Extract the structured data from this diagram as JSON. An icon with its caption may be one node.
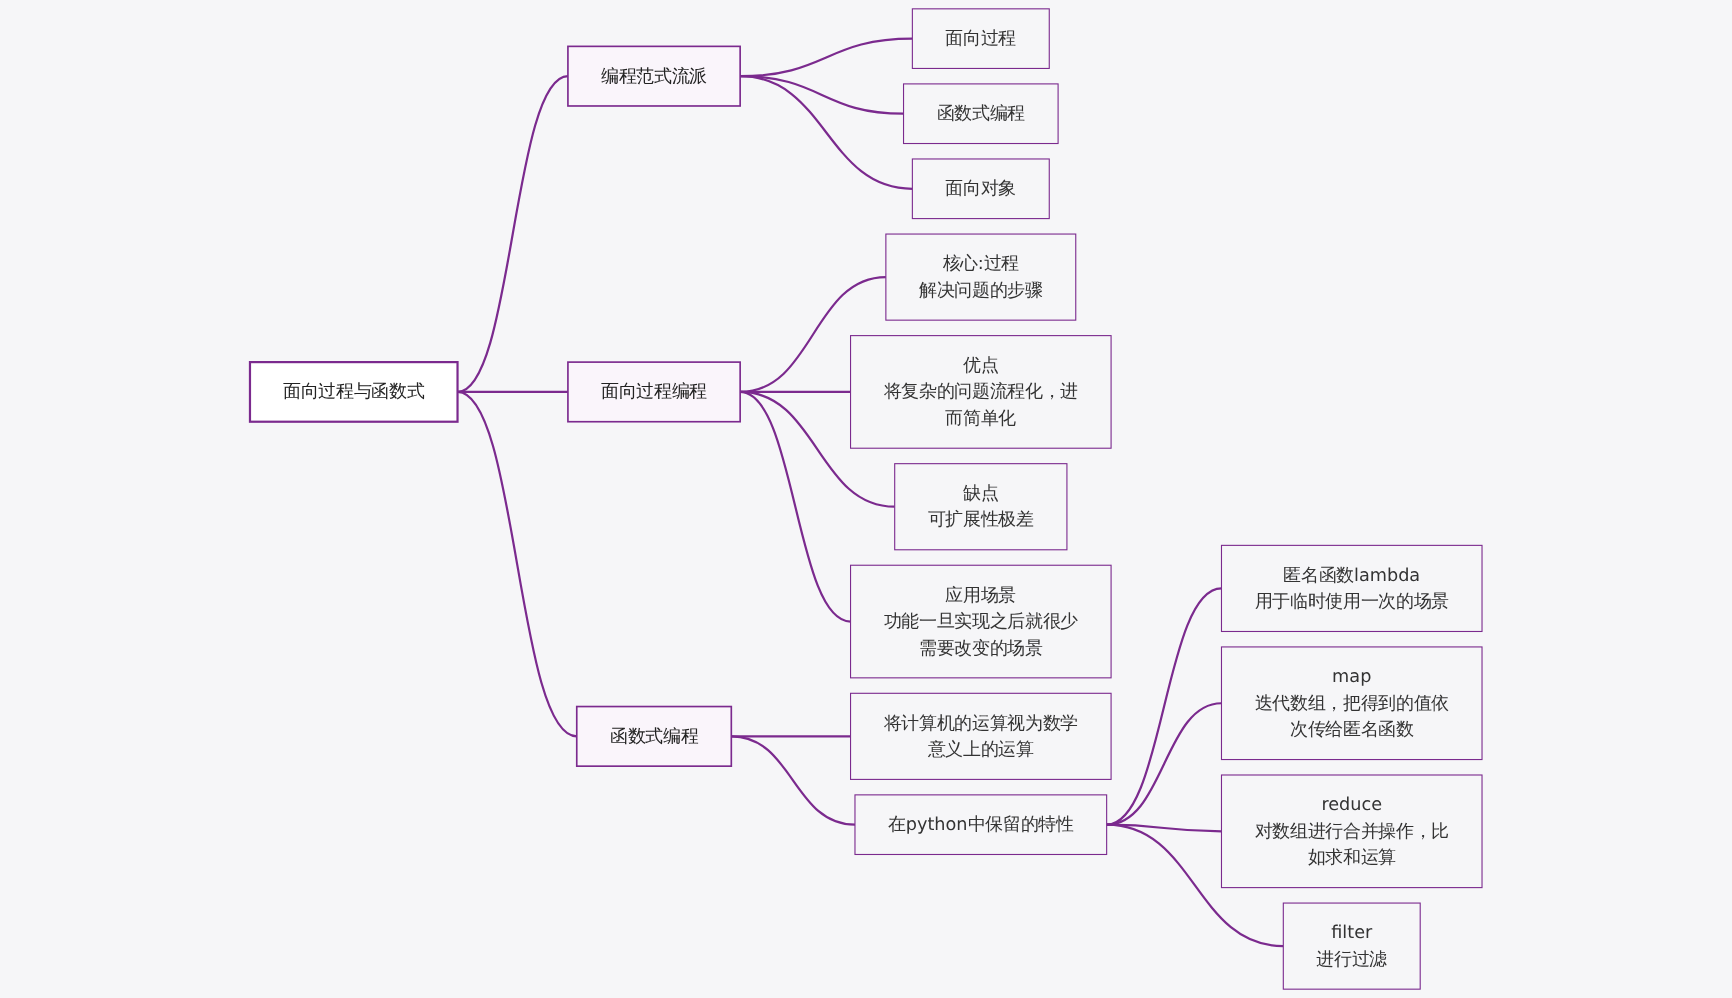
{
  "diagram": {
    "nodes": [
      {
        "text": [
          "面向过程与函数式"
        ]
      },
      {
        "text": [
          "编程范式流派"
        ]
      },
      {
        "text": [
          "面向过程"
        ]
      },
      {
        "text": [
          "函数式编程"
        ]
      },
      {
        "text": [
          "面向对象"
        ]
      },
      {
        "text": [
          "面向过程编程"
        ]
      },
      {
        "text": [
          "核心:过程",
          "解决问题的步骤"
        ]
      },
      {
        "text": [
          "优点",
          "将复杂的问题流程化，进而简单化"
        ]
      },
      {
        "text": [
          "缺点",
          "可扩展性极差"
        ]
      },
      {
        "text": [
          "应用场景",
          "功能一旦实现之后就很少需要改变的场景"
        ]
      },
      {
        "text": [
          "函数式编程"
        ]
      },
      {
        "text": [
          "将计算机的运算视为数学意义上的运算"
        ]
      },
      {
        "text": [
          "在python中保留的特性"
        ]
      },
      {
        "text": [
          "匿名函数lambda",
          "用于临时使用一次的场景"
        ]
      },
      {
        "text": [
          "map",
          "迭代数组，把得到的值依次传给匿名函数"
        ]
      },
      {
        "text": [
          "reduce",
          "对数组进行合并操作，比如求和运算"
        ]
      },
      {
        "text": [
          "filter",
          "进行过滤"
        ]
      }
    ],
    "edges": [
      {
        "from": 0,
        "to": 1,
        "arrow": "none"
      },
      {
        "from": 1,
        "to": 2,
        "arrow": "none"
      },
      {
        "from": 1,
        "to": 3,
        "arrow": "none"
      },
      {
        "from": 1,
        "to": 4,
        "arrow": "none"
      },
      {
        "from": 0,
        "to": 5,
        "arrow": "none"
      },
      {
        "from": 5,
        "to": 6,
        "arrow": "none"
      },
      {
        "from": 5,
        "to": 7,
        "arrow": "none"
      },
      {
        "from": 5,
        "to": 8,
        "arrow": "none"
      },
      {
        "from": 5,
        "to": 9,
        "arrow": "none"
      },
      {
        "from": 0,
        "to": 10,
        "arrow": "none"
      },
      {
        "from": 10,
        "to": 11,
        "arrow": "none"
      },
      {
        "from": 10,
        "to": 12,
        "arrow": "none"
      },
      {
        "from": 12,
        "to": 13,
        "arrow": "none"
      },
      {
        "from": 12,
        "to": 14,
        "arrow": "none"
      },
      {
        "from": 12,
        "to": 15,
        "arrow": "none"
      },
      {
        "from": 12,
        "to": 16,
        "arrow": "none"
      }
    ]
  }
}
